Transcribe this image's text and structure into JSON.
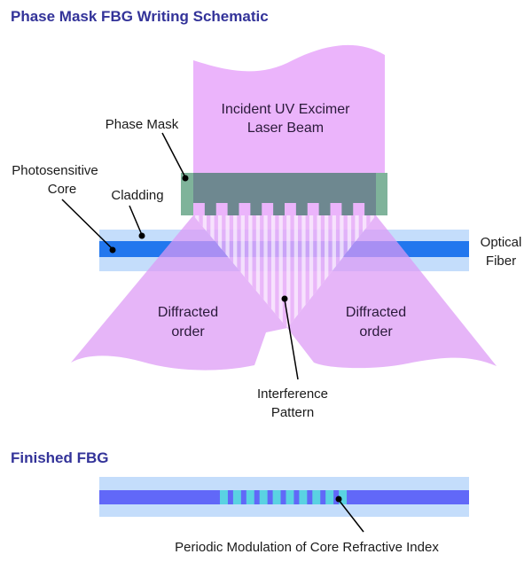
{
  "titles": {
    "main": "Phase Mask FBG Writing Schematic",
    "finished": "Finished FBG"
  },
  "labels": {
    "beam_line1": "Incident UV Excimer",
    "beam_line2": "Laser Beam",
    "phase_mask": "Phase Mask",
    "core_line1": "Photosensitive",
    "core_line2": "Core",
    "cladding": "Cladding",
    "fiber_line1": "Optical",
    "fiber_line2": "Fiber",
    "diffracted_left_line1": "Diffracted",
    "diffracted_left_line2": "order",
    "diffracted_right_line1": "Diffracted",
    "diffracted_right_line2": "order",
    "interference_line1": "Interference",
    "interference_line2": "Pattern",
    "modulation": "Periodic Modulation of Core Refractive Index"
  },
  "colors": {
    "title": "#333399",
    "uv_beam": "#ebb4fb",
    "mask_frame": "#7fb39a",
    "mask_body": "#6e8890",
    "cladding": "#c4ddfb",
    "core": "#2277ee",
    "core_finished": "#6168f8",
    "grating_bright": "#5ad2e2",
    "fringe_light": "#ffffff"
  },
  "phase_mask": {
    "teeth_count": 8
  },
  "grating": {
    "period_count": 10
  }
}
